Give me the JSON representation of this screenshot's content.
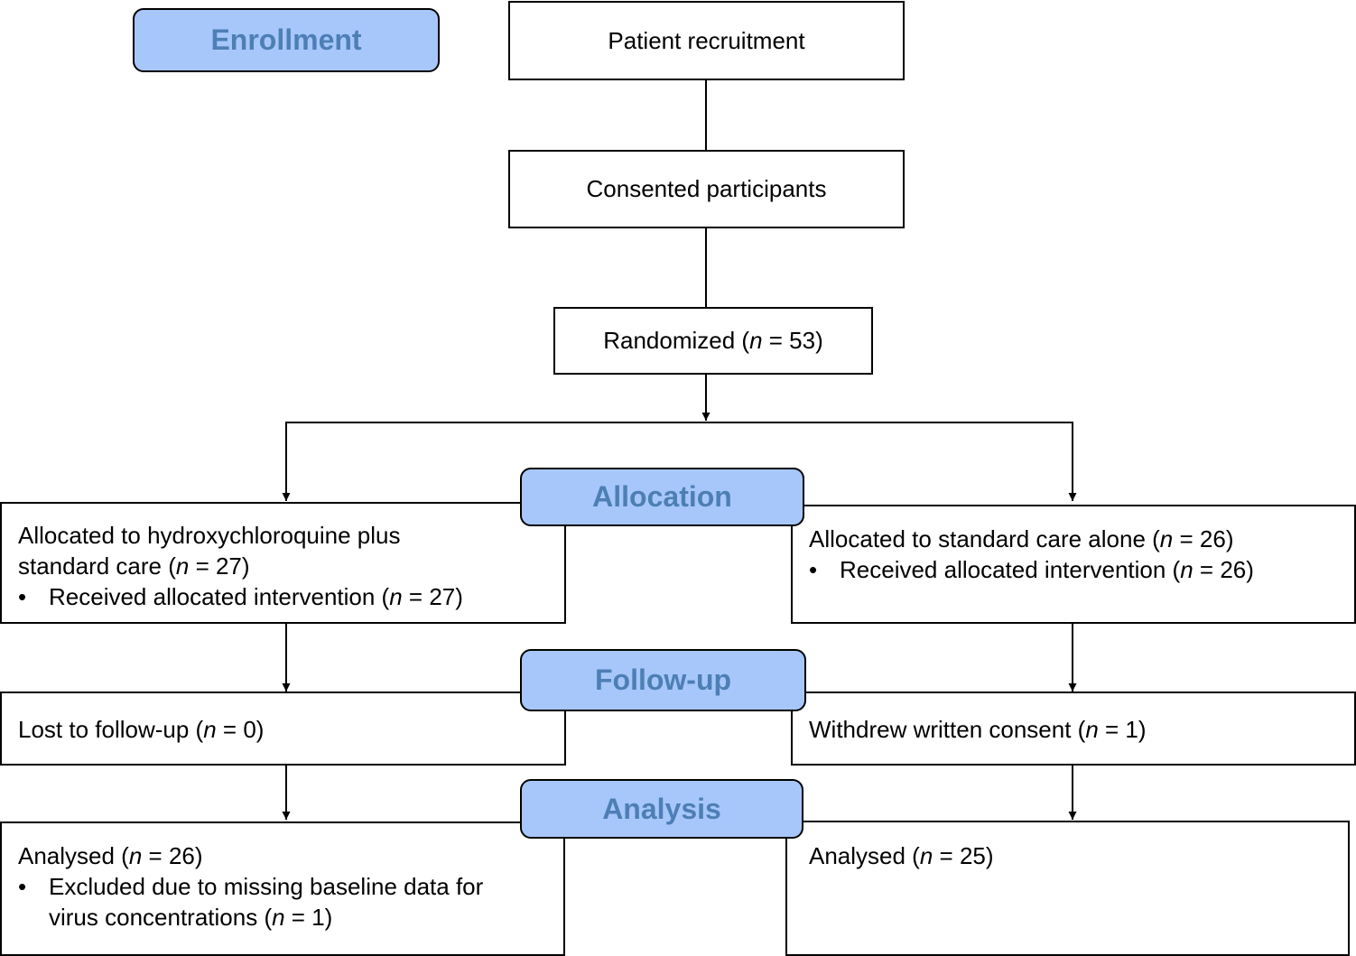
{
  "stages": {
    "enrollment": "Enrollment",
    "allocation": "Allocation",
    "follow_up": "Follow-up",
    "analysis": "Analysis"
  },
  "enrollment": {
    "recruitment": "Patient recruitment",
    "consented": "Consented participants",
    "randomized": {
      "label": "Randomized (",
      "n": "n",
      "value": " = 53)"
    }
  },
  "allocation": {
    "left": {
      "line1": "Allocated to hydroxychloroquine plus",
      "line2_pre": "standard care (",
      "line2_n": "n",
      "line2_post": " = 27)",
      "bullet": "•",
      "bullet_pre": "Received allocated intervention (",
      "bullet_n": "n",
      "bullet_post": " = 27)"
    },
    "right": {
      "line1_pre": "Allocated to standard care alone (",
      "line1_n": "n",
      "line1_post": " = 26)",
      "bullet": "•",
      "bullet_pre": "Received allocated intervention (",
      "bullet_n": "n",
      "bullet_post": " = 26)"
    }
  },
  "follow_up": {
    "left": {
      "pre": "Lost to follow-up (",
      "n": "n",
      "post": " = 0)"
    },
    "right": {
      "pre": "Withdrew written consent (",
      "n": "n",
      "post": " = 1)"
    }
  },
  "analysis": {
    "left": {
      "line1_pre": "Analysed (",
      "line1_n": "n",
      "line1_post": " = 26)",
      "bullet": "•",
      "bullet_line1": "Excluded due to missing baseline data for",
      "bullet_line2_pre": "virus concentrations (",
      "bullet_line2_n": "n",
      "bullet_line2_post": " = 1)"
    },
    "right": {
      "pre": "Analysed (",
      "n": "n",
      "post": " = 25)"
    }
  },
  "colors": {
    "stage_fill": "#a7c7fb",
    "stage_text": "#4d7fb5",
    "line": "#000000"
  }
}
